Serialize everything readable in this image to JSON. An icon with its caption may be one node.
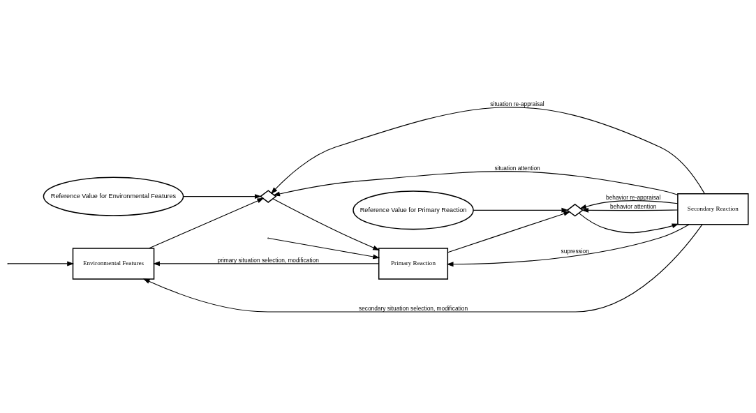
{
  "diagram": {
    "nodes": [
      {
        "text": [
          "Environmental Features"
        ]
      },
      {
        "text": [],
        "shape": "diamond"
      },
      {
        "text": [
          "Reference Value for Environmental Features"
        ]
      },
      {
        "text": [
          "Primary Reaction"
        ]
      },
      {
        "text": [],
        "shape": "diamond"
      },
      {
        "text": [
          "Reference Value for Primary Reaction"
        ]
      },
      {
        "text": [
          "Secondary Reaction"
        ]
      }
    ],
    "edges": [
      {
        "from": null,
        "to": 0,
        "arrow": "to"
      },
      {
        "from": 0,
        "to": 1,
        "arrow": "to"
      },
      {
        "from": 2,
        "to": 1,
        "arrow": "to"
      },
      {
        "from": 1,
        "to": 3,
        "arrow": "to"
      },
      {
        "from": null,
        "to": 3,
        "arrow": "to"
      },
      {
        "from": 3,
        "to": 0,
        "arrow": "to",
        "label": "primary situation selection, modification"
      },
      {
        "from": 6,
        "to": 0,
        "arrow": "to",
        "label": "secondary situation selection, modification"
      },
      {
        "from": 6,
        "to": 3,
        "arrow": "to",
        "label": "supression"
      },
      {
        "from": 3,
        "to": 4,
        "arrow": "to"
      },
      {
        "from": 5,
        "to": 4,
        "arrow": "to"
      },
      {
        "from": 4,
        "to": 6,
        "arrow": "to"
      },
      {
        "from": 6,
        "to": 4,
        "arrow": "to",
        "label": "behavior re-appraisal"
      },
      {
        "from": 6,
        "to": 4,
        "arrow": "to",
        "label": "behavior attention"
      },
      {
        "from": 6,
        "to": 1,
        "arrow": "to",
        "label": "situation re-appraisal"
      },
      {
        "from": 6,
        "to": 1,
        "arrow": "to",
        "label": "situation attention"
      }
    ]
  }
}
